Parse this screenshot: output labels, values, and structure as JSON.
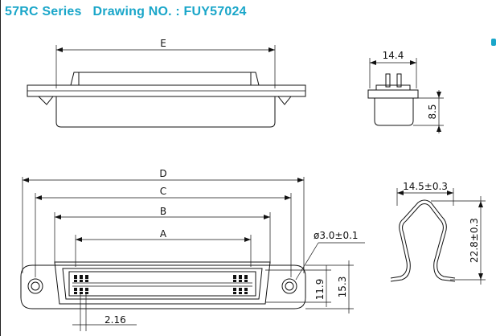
{
  "header": {
    "series": "57RC Series",
    "drawing_no": "Drawing NO. : FUY57024"
  },
  "dimensions": {
    "e": "E",
    "d": "D",
    "c": "C",
    "b": "B",
    "a": "A",
    "width_side": "14.4",
    "height_side": "8.5",
    "hole_dia": "ø3.0±0.1",
    "h1": "11.9",
    "h2": "15.3",
    "pitch": "2.16",
    "clip_width": "14.5±0.3",
    "clip_height": "22.8±0.3"
  },
  "colors": {
    "title": "#1aa6c9",
    "line": "#111111"
  }
}
